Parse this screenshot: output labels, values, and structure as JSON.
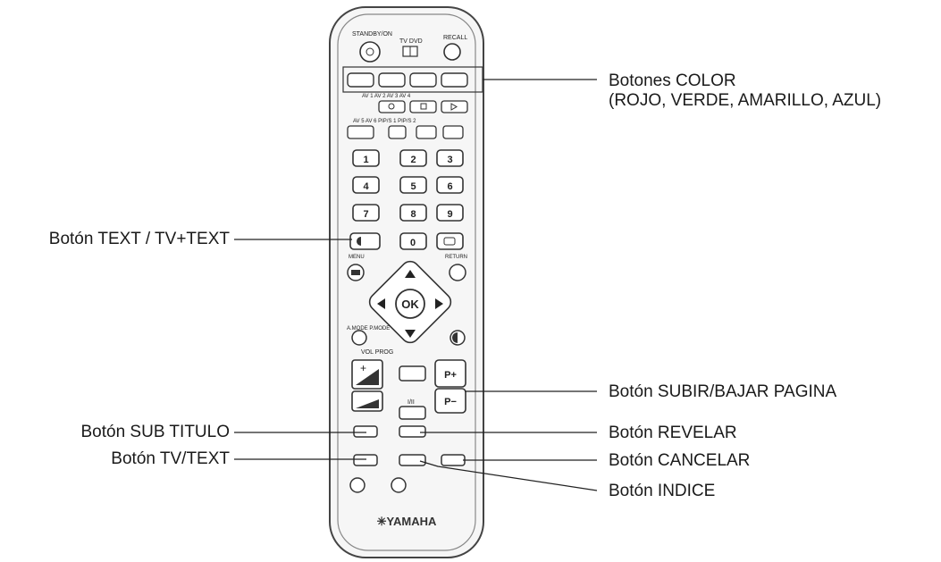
{
  "callouts": {
    "color_buttons": {
      "line1": "Botones COLOR",
      "line2": "(ROJO, VERDE, AMARILLO, AZUL)"
    },
    "text_button": "Botón TEXT / TV+TEXT",
    "page_updown": "Botón SUBIR/BAJAR PAGINA",
    "subtitle": "Botón SUB TITULO",
    "reveal": "Botón REVELAR",
    "tvtext": "Botón TV/TEXT",
    "cancel": "Botón CANCELAR",
    "index": "Botón INDICE"
  },
  "remote": {
    "standby": "STANDBY/ON",
    "tv_dvd": "TV  DVD",
    "recall": "RECALL",
    "av_row": "AV 1 AV 2 AV 3 AV 4",
    "av_row2": "AV 5   AV 6 PIP/S 1 PIP/S 2",
    "digits": [
      "1",
      "2",
      "3",
      "4",
      "5",
      "6",
      "7",
      "8",
      "9",
      "0"
    ],
    "menu": "MENU",
    "return": "RETURN",
    "ok": "OK",
    "mode": "A.MODE P.MODE",
    "vol_prog": "VOL PROG",
    "p_plus": "P+",
    "p_minus": "P−",
    "sub_label": "I/II",
    "brand": "✳YAMAHA"
  }
}
